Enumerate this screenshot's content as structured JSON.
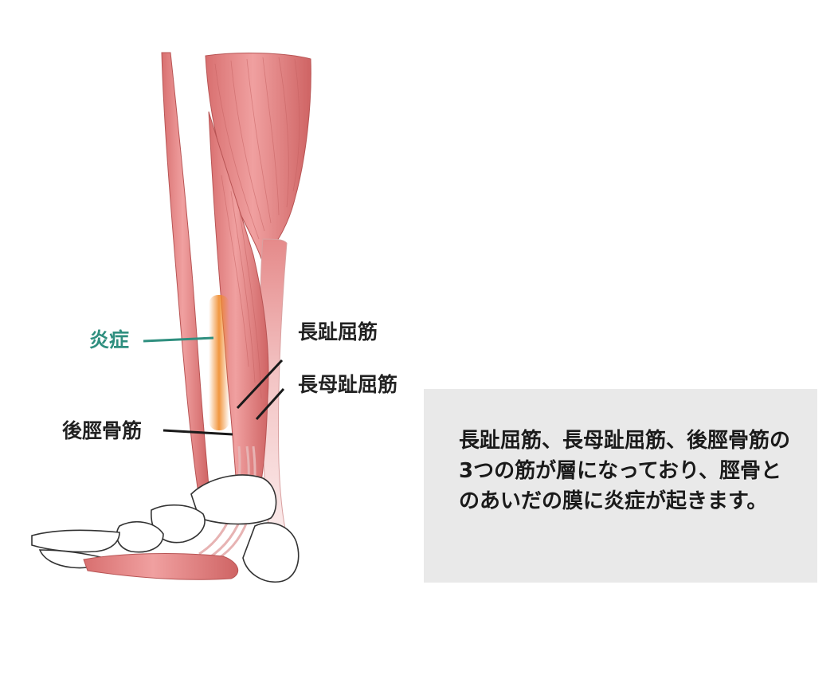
{
  "labels": {
    "inflammation": "炎症",
    "fdl": "長趾屈筋",
    "fhl": "長母趾屈筋",
    "tp": "後脛骨筋"
  },
  "info": {
    "text": "長趾屈筋、長母趾屈筋、後脛骨筋の3つの筋が層になっており、脛骨とのあいだの膜に炎症が起きます。"
  },
  "colors": {
    "muscle": "#e58a8a",
    "muscle_dark": "#c85a5a",
    "inflammation": "#f08a2a",
    "label_accent": "#2f8f7f",
    "box_bg": "#e9e9e9"
  }
}
